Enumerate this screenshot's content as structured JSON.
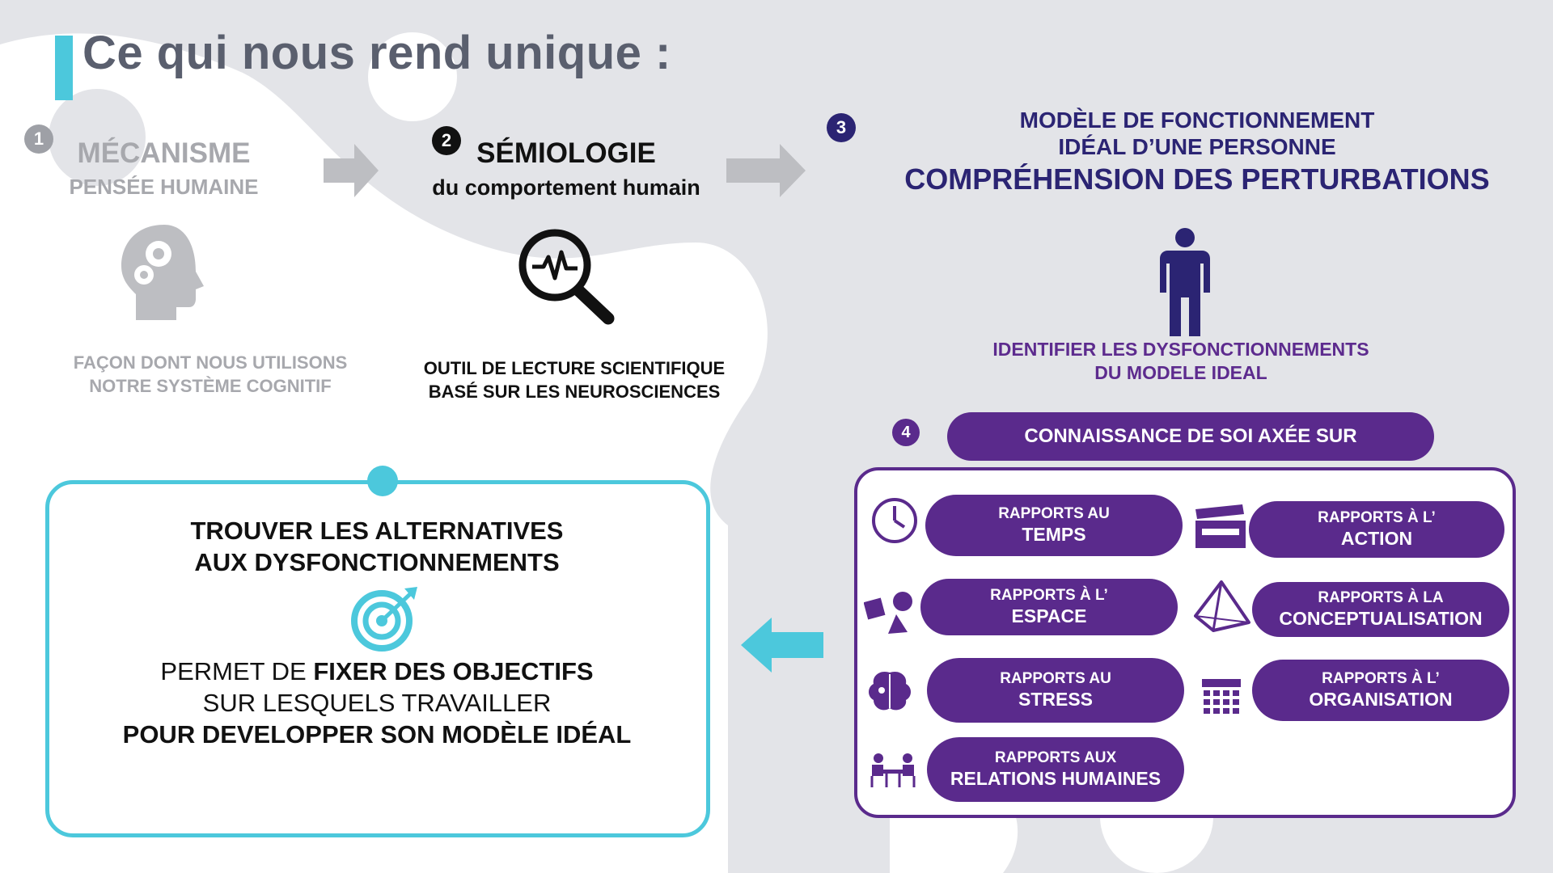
{
  "page_title": "Ce qui nous rend unique :",
  "colors": {
    "teal": "#4cc8dc",
    "purple": "#5a2a8c",
    "navy": "#2b2473",
    "gray": "#a7a8ad"
  },
  "steps": {
    "s1": {
      "number": "1",
      "title": "MÉCANISME",
      "subtitle": "PENSÉE HUMAINE",
      "desc_line1": "FAÇON DONT NOUS UTILISONS",
      "desc_line2": "NOTRE SYSTÈME COGNITIF",
      "icon": "head-gears-icon"
    },
    "s2": {
      "number": "2",
      "title": "SÉMIOLOGIE",
      "subtitle": "du comportement humain",
      "desc_line1": "OUTIL DE LECTURE SCIENTIFIQUE",
      "desc_line2": "BASÉ SUR LES NEUROSCIENCES",
      "icon": "magnifier-pulse-icon"
    },
    "s3": {
      "number": "3",
      "line1": "MODÈLE DE FONCTIONNEMENT",
      "line2": "IDÉAL D’UNE PERSONNE",
      "line3": "COMPRÉHENSION DES PERTURBATIONS",
      "desc_line1": "IDENTIFIER LES DYSFONCTIONNEMENTS",
      "desc_line2": "DU MODELE IDEAL",
      "icon": "person-icon"
    },
    "s4": {
      "number": "4",
      "header": "CONNAISSANCE DE SOI AXÉE SUR",
      "items": [
        {
          "l1": "RAPPORTS AU",
          "l2": "TEMPS",
          "icon": "clock-icon"
        },
        {
          "l1": "RAPPORTS À L’",
          "l2": "ACTION",
          "icon": "clapperboard-icon"
        },
        {
          "l1": "RAPPORTS À L’",
          "l2": "ESPACE",
          "icon": "shapes-icon"
        },
        {
          "l1": "RAPPORTS À LA",
          "l2": "CONCEPTUALISATION",
          "icon": "pyramid-icon"
        },
        {
          "l1": "RAPPORTS AU",
          "l2": "STRESS",
          "icon": "brain-icon"
        },
        {
          "l1": "RAPPORTS À L’",
          "l2": "ORGANISATION",
          "icon": "calendar-icon"
        },
        {
          "l1": "RAPPORTS AUX",
          "l2": "RELATIONS HUMAINES",
          "icon": "meeting-icon"
        }
      ]
    }
  },
  "alternatives": {
    "title_line1": "TROUVER LES ALTERNATIVES",
    "title_line2": "AUX DYSFONCTIONNEMENTS",
    "body_pre": "PERMET DE ",
    "body_bold": "FIXER DES OBJECTIFS",
    "body_line2": "SUR LESQUELS TRAVAILLER",
    "body_line3": "POUR DEVELOPPER SON MODÈLE IDÉAL",
    "icon": "target-icon"
  }
}
